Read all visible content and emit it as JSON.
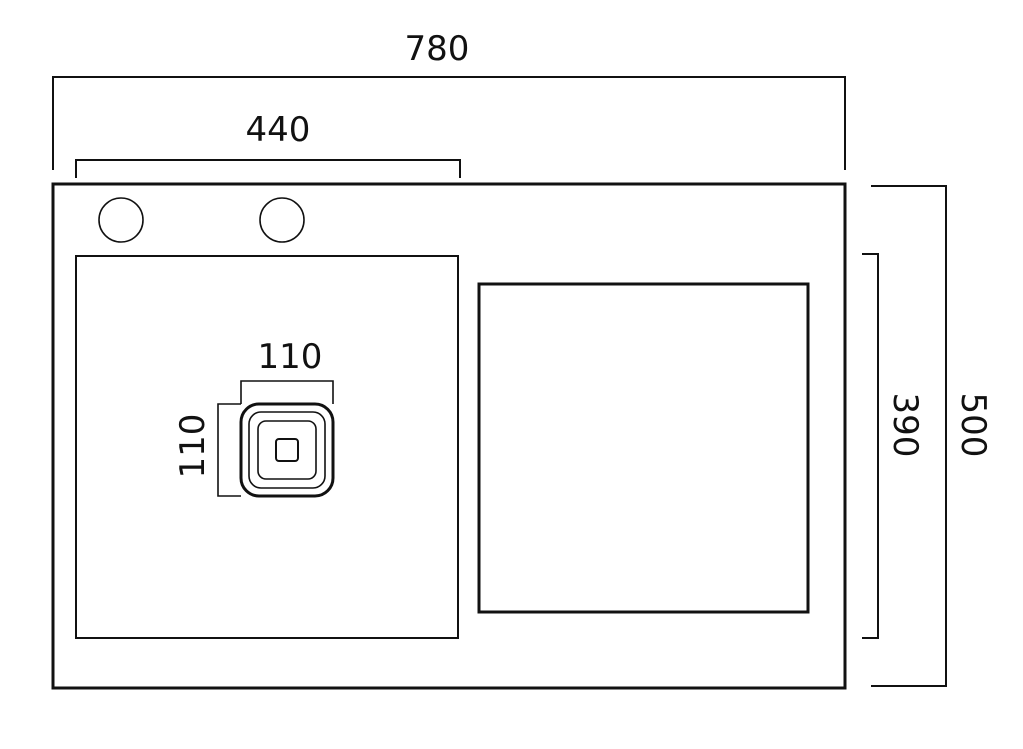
{
  "dimensions": {
    "overall_width": "780",
    "left_bowl_width": "440",
    "overall_depth": "500",
    "right_section_depth": "390",
    "drain_width": "110",
    "drain_height": "110"
  },
  "colors": {
    "line": "#111111",
    "background": "#ffffff"
  }
}
